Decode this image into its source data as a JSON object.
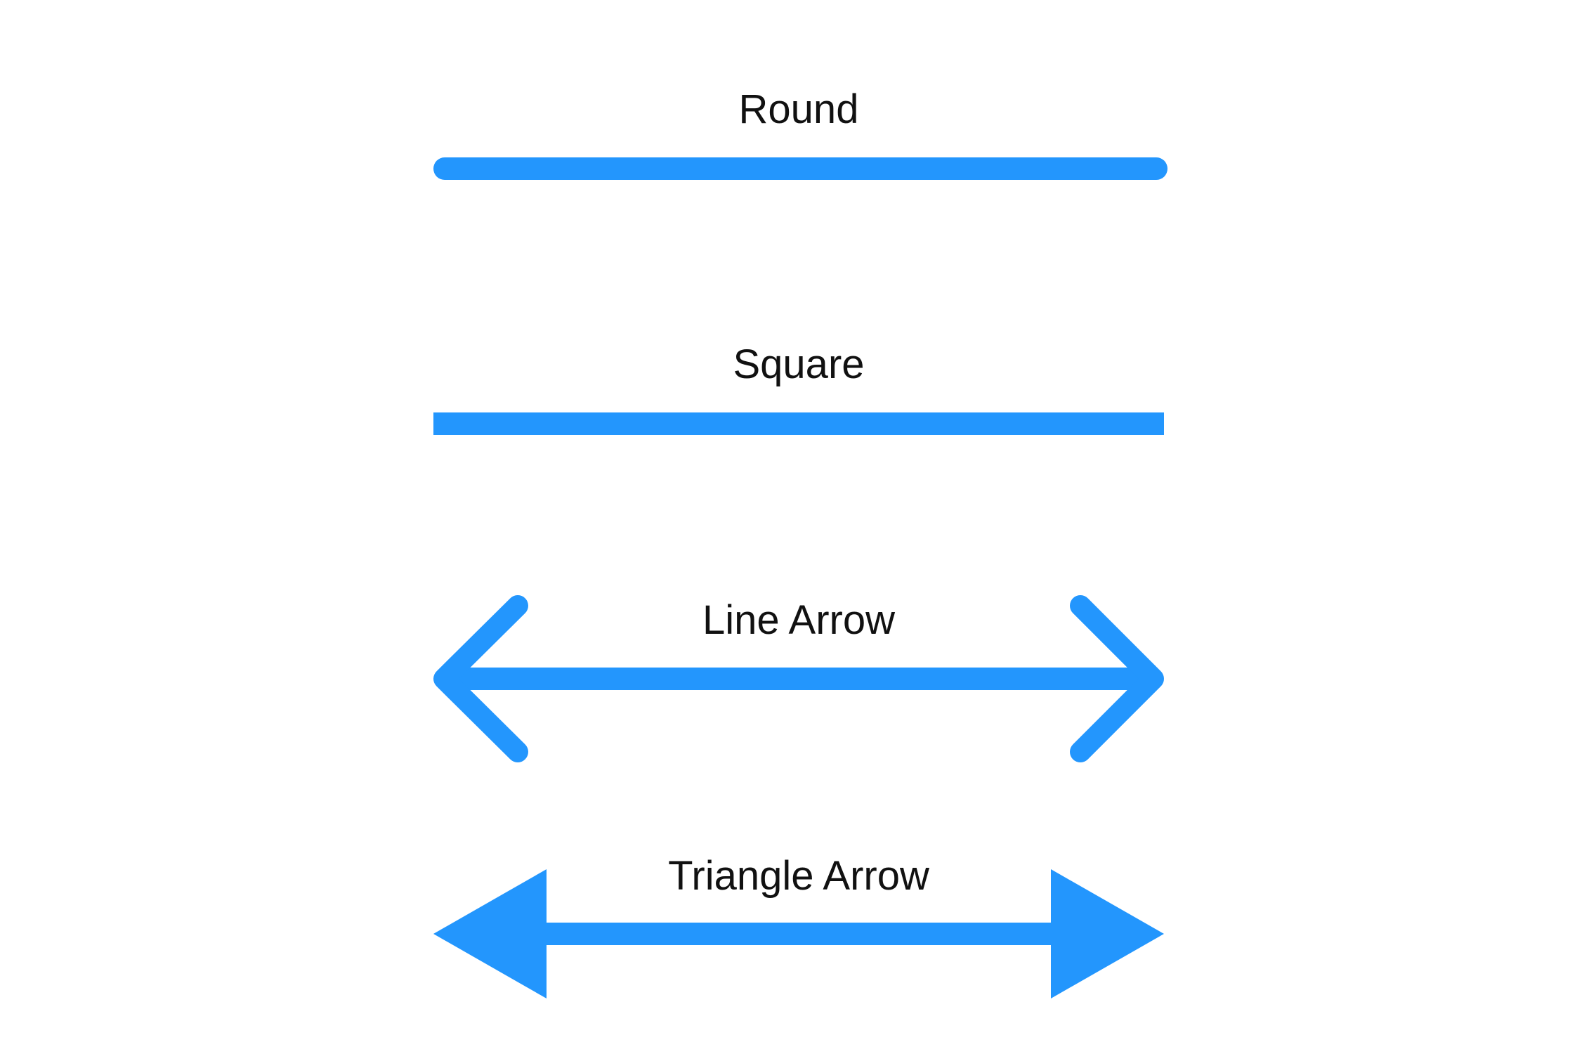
{
  "accent_color": "#2396FD",
  "text_color": "#111111",
  "line_styles": [
    {
      "label": "Round",
      "cap": "round"
    },
    {
      "label": "Square",
      "cap": "square"
    },
    {
      "label": "Line Arrow",
      "cap": "line-arrow"
    },
    {
      "label": "Triangle Arrow",
      "cap": "triangle-arrow"
    }
  ]
}
